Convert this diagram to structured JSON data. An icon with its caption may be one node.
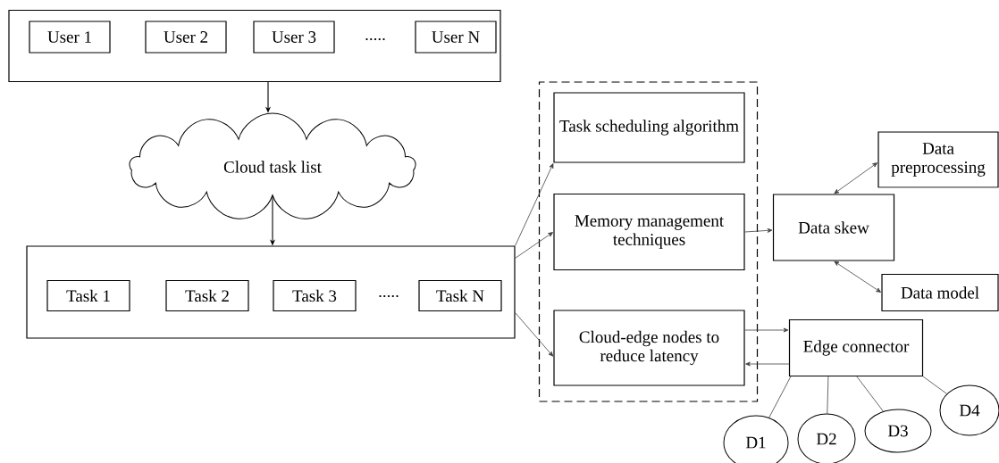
{
  "diagram": {
    "nodes": [
      {
        "text": [],
        "shape": "box"
      },
      {
        "text": [
          "User 1"
        ],
        "in": 0
      },
      {
        "text": [
          "User 2"
        ],
        "in": 0
      },
      {
        "text": [
          "User 3"
        ],
        "in": 0
      },
      {
        "text": [
          "User N"
        ],
        "in": 0
      },
      {
        "text": [
          "Cloud task list"
        ]
      },
      {
        "text": [],
        "shape": "box"
      },
      {
        "text": [
          "Task 1"
        ],
        "in": 6
      },
      {
        "text": [
          "Task 2"
        ],
        "in": 6
      },
      {
        "text": [
          "Task 3"
        ],
        "in": 6
      },
      {
        "text": [
          "Task N"
        ],
        "in": 6
      },
      {
        "text": [],
        "shape": "box"
      },
      {
        "text": [
          "Task scheduling algorithm"
        ],
        "in": 11
      },
      {
        "text": [
          "Memory management techniques"
        ],
        "in": 11
      },
      {
        "text": [
          "Cloud-edge nodes to reduce latency"
        ],
        "in": 11
      },
      {
        "text": [
          "Data skew"
        ]
      },
      {
        "text": [
          "Data preprocessing"
        ]
      },
      {
        "text": [
          "Data model"
        ]
      },
      {
        "text": [
          "Edge connector"
        ]
      },
      {
        "text": [
          "D1"
        ]
      },
      {
        "text": [
          "D2"
        ]
      },
      {
        "text": [
          "D3"
        ]
      },
      {
        "text": [
          "D4"
        ]
      }
    ],
    "edges": [
      {
        "from": 0,
        "to": 5,
        "arrow": "to"
      },
      {
        "from": 5,
        "to": 6,
        "arrow": "to"
      },
      {
        "from": 6,
        "to": 12,
        "arrow": "to"
      },
      {
        "from": 6,
        "to": 13,
        "arrow": "to"
      },
      {
        "from": 6,
        "to": 14,
        "arrow": "to"
      },
      {
        "from": 13,
        "to": 15,
        "arrow": "to"
      },
      {
        "from": 15,
        "to": 16,
        "arrow": "both"
      },
      {
        "from": 15,
        "to": 17,
        "arrow": "both"
      },
      {
        "from": 14,
        "to": 18,
        "arrow": "to"
      },
      {
        "from": 18,
        "to": 14,
        "arrow": "to"
      },
      {
        "from": 18,
        "to": 19,
        "arrow": "none"
      },
      {
        "from": 18,
        "to": 20,
        "arrow": "none"
      },
      {
        "from": 18,
        "to": 21,
        "arrow": "none"
      },
      {
        "from": 18,
        "to": 22,
        "arrow": "none"
      }
    ],
    "labels": [
      ".....",
      "....."
    ]
  }
}
